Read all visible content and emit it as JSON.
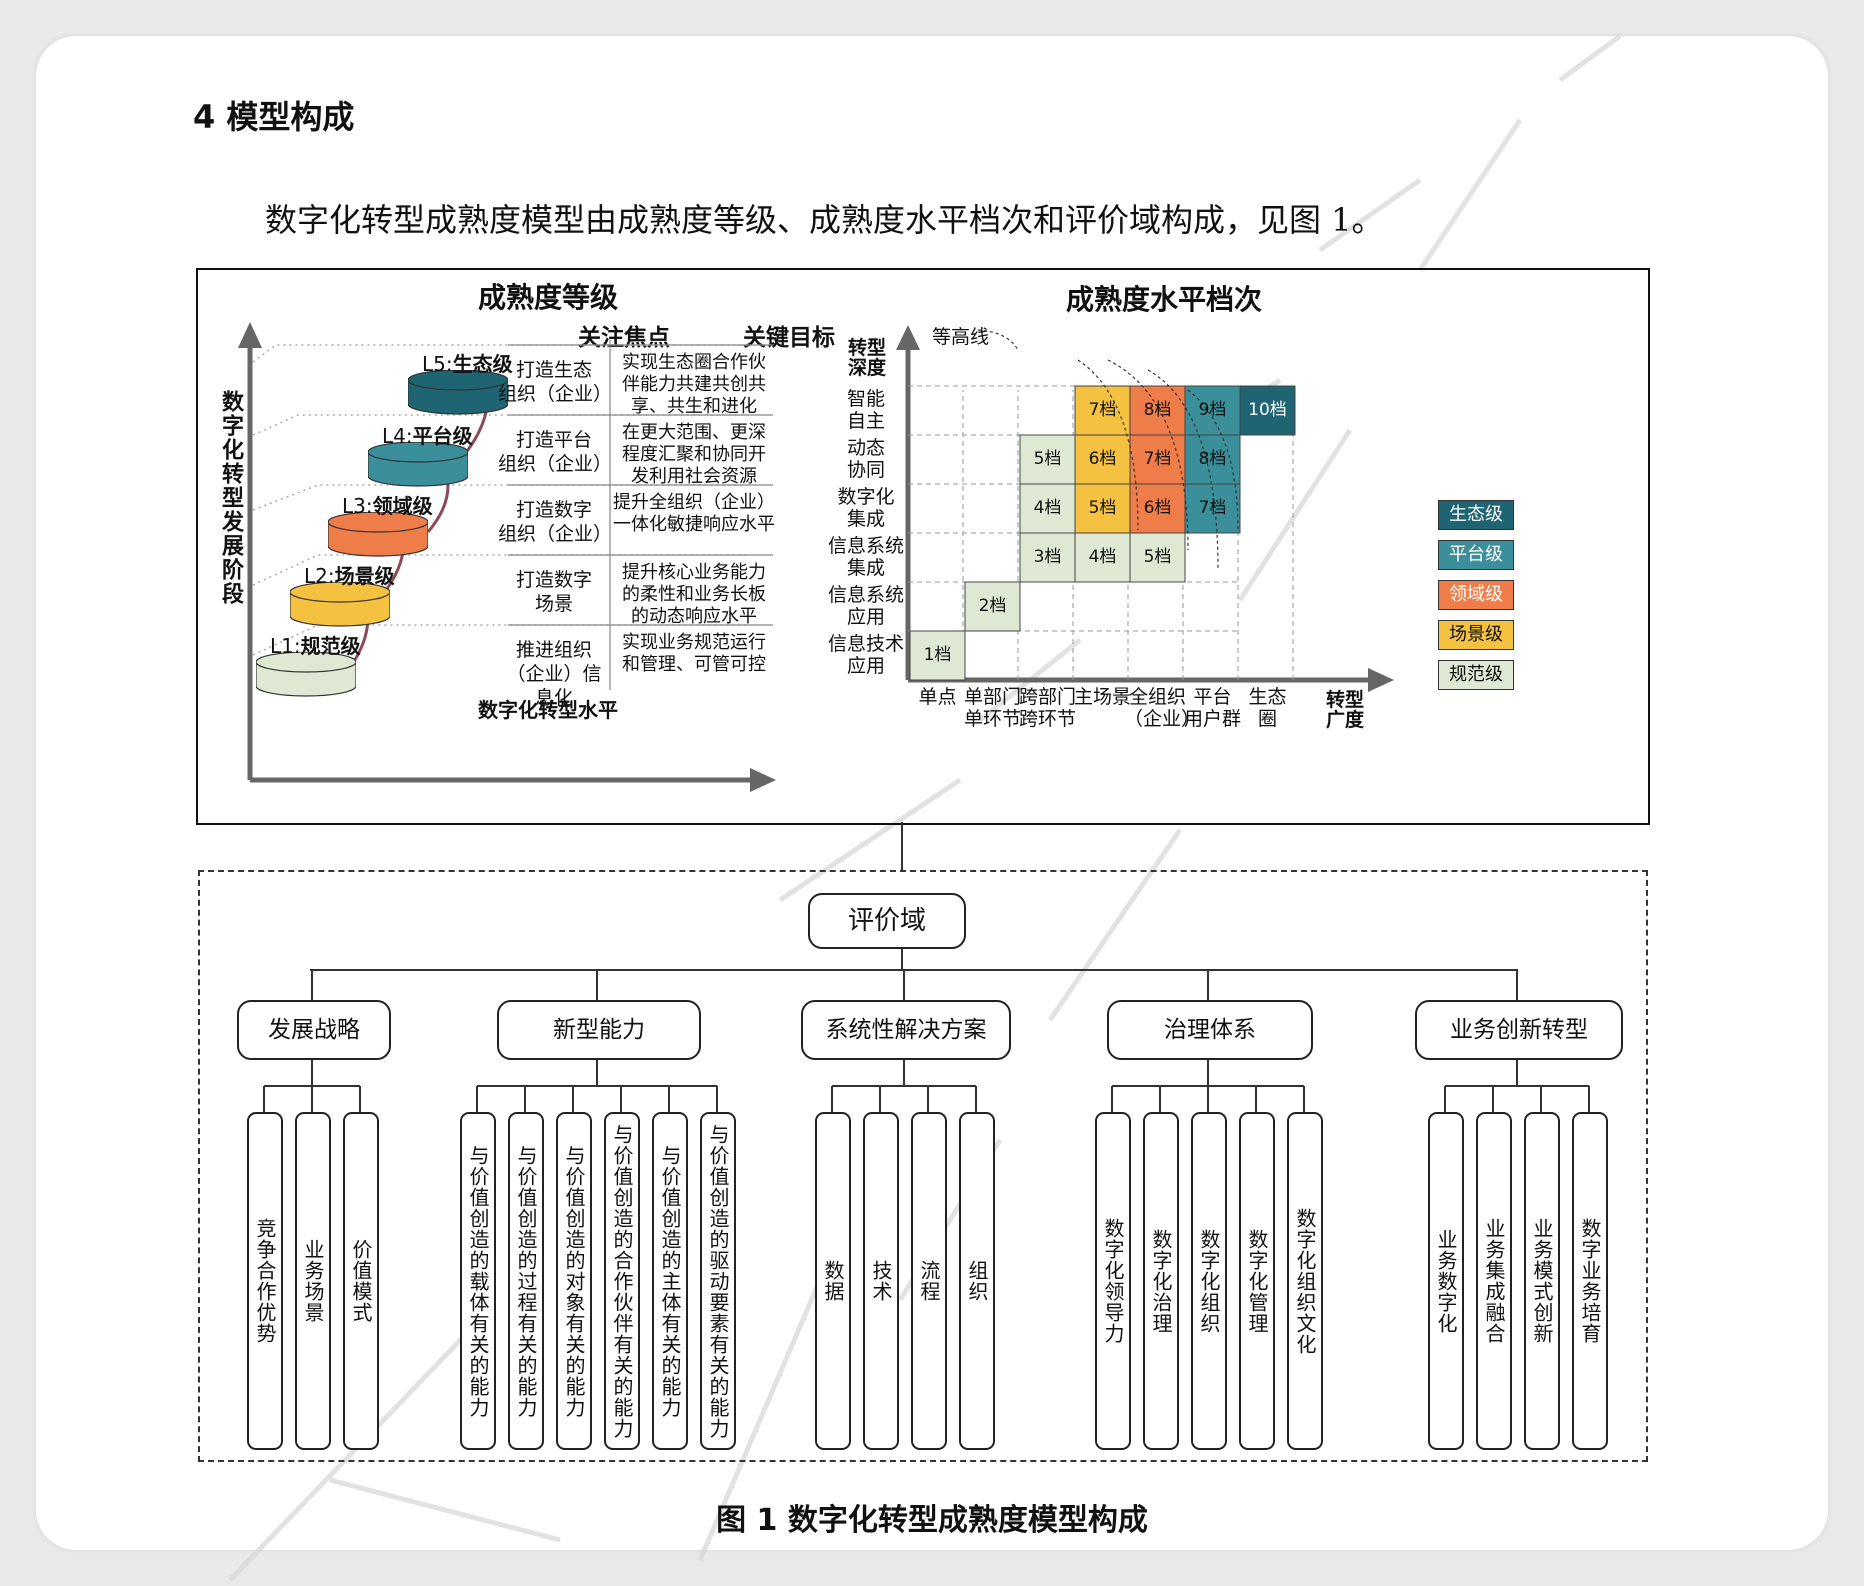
{
  "section_heading": "4  模型构成",
  "intro_text": "数字化转型成熟度模型由成熟度等级、成熟度水平档次和评价域构成，见图 1。",
  "figure_caption": "图  1  数字化转型成熟度模型构成",
  "left_panel": {
    "title": "成熟度等级",
    "y_axis_label": "数字化转型发展阶段",
    "x_axis_label": "数字化转型水平",
    "col_focus": "关注焦点",
    "col_goal": "关键目标",
    "levels": [
      {
        "prefix": "L5:",
        "name": "生态级",
        "focus": "打造生态\n组织（企业）",
        "goal": "实现生态圈合作伙\n伴能力共建共创共\n享、共生和进化",
        "color": "#1f6472"
      },
      {
        "prefix": "L4:",
        "name": "平台级",
        "focus": "打造平台\n组织（企业）",
        "goal": "在更大范围、更深\n程度汇聚和协同开\n发利用社会资源",
        "color": "#3a8f9a"
      },
      {
        "prefix": "L3:",
        "name": "领域级",
        "focus": "打造数字\n组织（企业）",
        "goal": "提升全组织（企业）\n一体化敏捷响应水平",
        "color": "#ef7d4a"
      },
      {
        "prefix": "L2:",
        "name": "场景级",
        "focus": "打造数字\n场景",
        "goal": "提升核心业务能力\n的柔性和业务长板\n的动态响应水平",
        "color": "#f5c141"
      },
      {
        "prefix": "L1:",
        "name": "规范级",
        "focus": "推进组织\n（企业）信息化",
        "goal": "实现业务规范运行\n和管理、可管可控",
        "color": "#dfe8d2"
      }
    ]
  },
  "right_panel": {
    "title": "成熟度水平档次",
    "contour_label": "等高线",
    "y_axis_label": "转型\n深度",
    "x_axis_label": "转型\n广度",
    "y_ticks": [
      "信息技术\n应用",
      "信息系统\n应用",
      "信息系统\n集成",
      "数字化\n集成",
      "动态\n协同",
      "智能\n自主"
    ],
    "x_ticks": [
      "单点",
      "单部门\n单环节",
      "跨部门\n跨环节",
      "主场景",
      "全组织\n（企业）",
      "平台\n用户群",
      "生态\n圈"
    ],
    "cells": [
      {
        "col": 0,
        "row": 0,
        "label": "1档",
        "level": "规范级"
      },
      {
        "col": 1,
        "row": 1,
        "label": "2档",
        "level": "规范级"
      },
      {
        "col": 2,
        "row": 2,
        "label": "3档",
        "level": "规范级"
      },
      {
        "col": 3,
        "row": 2,
        "label": "4档",
        "level": "规范级"
      },
      {
        "col": 4,
        "row": 2,
        "label": "5档",
        "level": "规范级"
      },
      {
        "col": 2,
        "row": 3,
        "label": "4档",
        "level": "规范级"
      },
      {
        "col": 3,
        "row": 3,
        "label": "5档",
        "level": "场景级"
      },
      {
        "col": 4,
        "row": 3,
        "label": "6档",
        "level": "领域级"
      },
      {
        "col": 5,
        "row": 3,
        "label": "7档",
        "level": "平台级"
      },
      {
        "col": 2,
        "row": 4,
        "label": "5档",
        "level": "规范级"
      },
      {
        "col": 3,
        "row": 4,
        "label": "6档",
        "level": "场景级"
      },
      {
        "col": 4,
        "row": 4,
        "label": "7档",
        "level": "领域级"
      },
      {
        "col": 5,
        "row": 4,
        "label": "8档",
        "level": "平台级"
      },
      {
        "col": 3,
        "row": 5,
        "label": "7档",
        "level": "场景级"
      },
      {
        "col": 4,
        "row": 5,
        "label": "8档",
        "level": "领域级"
      },
      {
        "col": 5,
        "row": 5,
        "label": "9档",
        "level": "平台级"
      },
      {
        "col": 6,
        "row": 5,
        "label": "10档",
        "level": "生态级"
      }
    ],
    "legend": [
      {
        "label": "生态级",
        "color": "#1f6472"
      },
      {
        "label": "平台级",
        "color": "#3a8f9a"
      },
      {
        "label": "领域级",
        "color": "#ef7d4a"
      },
      {
        "label": "场景级",
        "color": "#f5c141"
      },
      {
        "label": "规范级",
        "color": "#dfe8d2"
      }
    ]
  },
  "domain_tree": {
    "root": "评价域",
    "domains": [
      {
        "name": "发展战略",
        "items": [
          "竞争合作优势",
          "业务场景",
          "价值模式"
        ]
      },
      {
        "name": "新型能力",
        "items": [
          "与价值创造的载体有关的能力",
          "与价值创造的过程有关的能力",
          "与价值创造的对象有关的能力",
          "与价值创造的合作伙伴有关的能力",
          "与价值创造的主体有关的能力",
          "与价值创造的驱动要素有关的能力"
        ]
      },
      {
        "name": "系统性解决方案",
        "items": [
          "数据",
          "技术",
          "流程",
          "组织"
        ]
      },
      {
        "name": "治理体系",
        "items": [
          "数字化领导力",
          "数字化治理",
          "数字化组织",
          "数字化管理",
          "数字化组织文化"
        ]
      },
      {
        "name": "业务创新转型",
        "items": [
          "业务数字化",
          "业务集成融合",
          "业务模式创新",
          "数字业务培育"
        ]
      }
    ]
  }
}
